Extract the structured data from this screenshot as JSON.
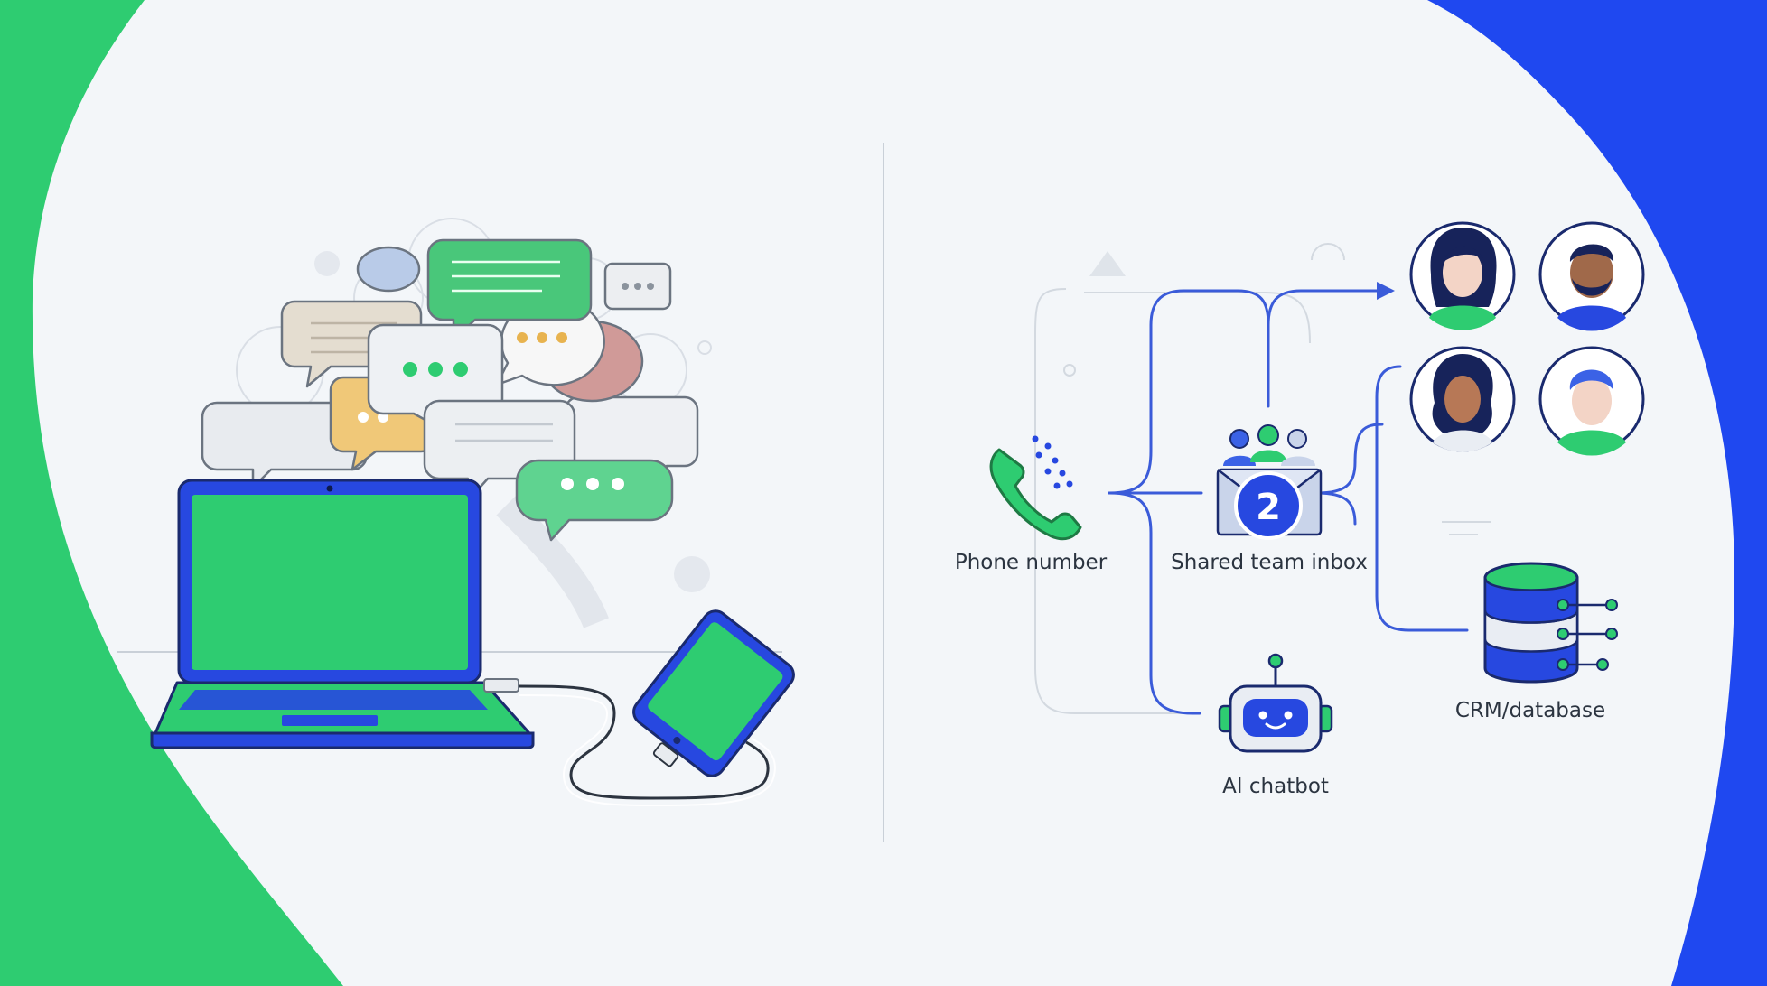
{
  "colors": {
    "green": "#2ecc71",
    "blue": "#1f48f0",
    "background": "#f3f6f9",
    "connector": "#3a5bd9",
    "line_gray": "#c9d0d8"
  },
  "diagram": {
    "nodes": {
      "phone": {
        "label": "Phone number",
        "icon": "phone-icon"
      },
      "inbox": {
        "label": "Shared team inbox",
        "icon": "team-inbox-icon",
        "badge": "2"
      },
      "chatbot": {
        "label": "AI chatbot",
        "icon": "robot-icon"
      },
      "crm": {
        "label": "CRM/database",
        "icon": "database-icon"
      }
    },
    "agents": [
      {
        "icon": "agent-avatar-woman-icon"
      },
      {
        "icon": "agent-avatar-bearded-man-icon"
      },
      {
        "icon": "agent-avatar-curly-woman-icon"
      },
      {
        "icon": "agent-avatar-man-icon"
      }
    ]
  },
  "illustration": {
    "icons": [
      "laptop-icon",
      "smartphone-icon",
      "chat-bubbles-icon",
      "usb-cable-icon"
    ]
  }
}
